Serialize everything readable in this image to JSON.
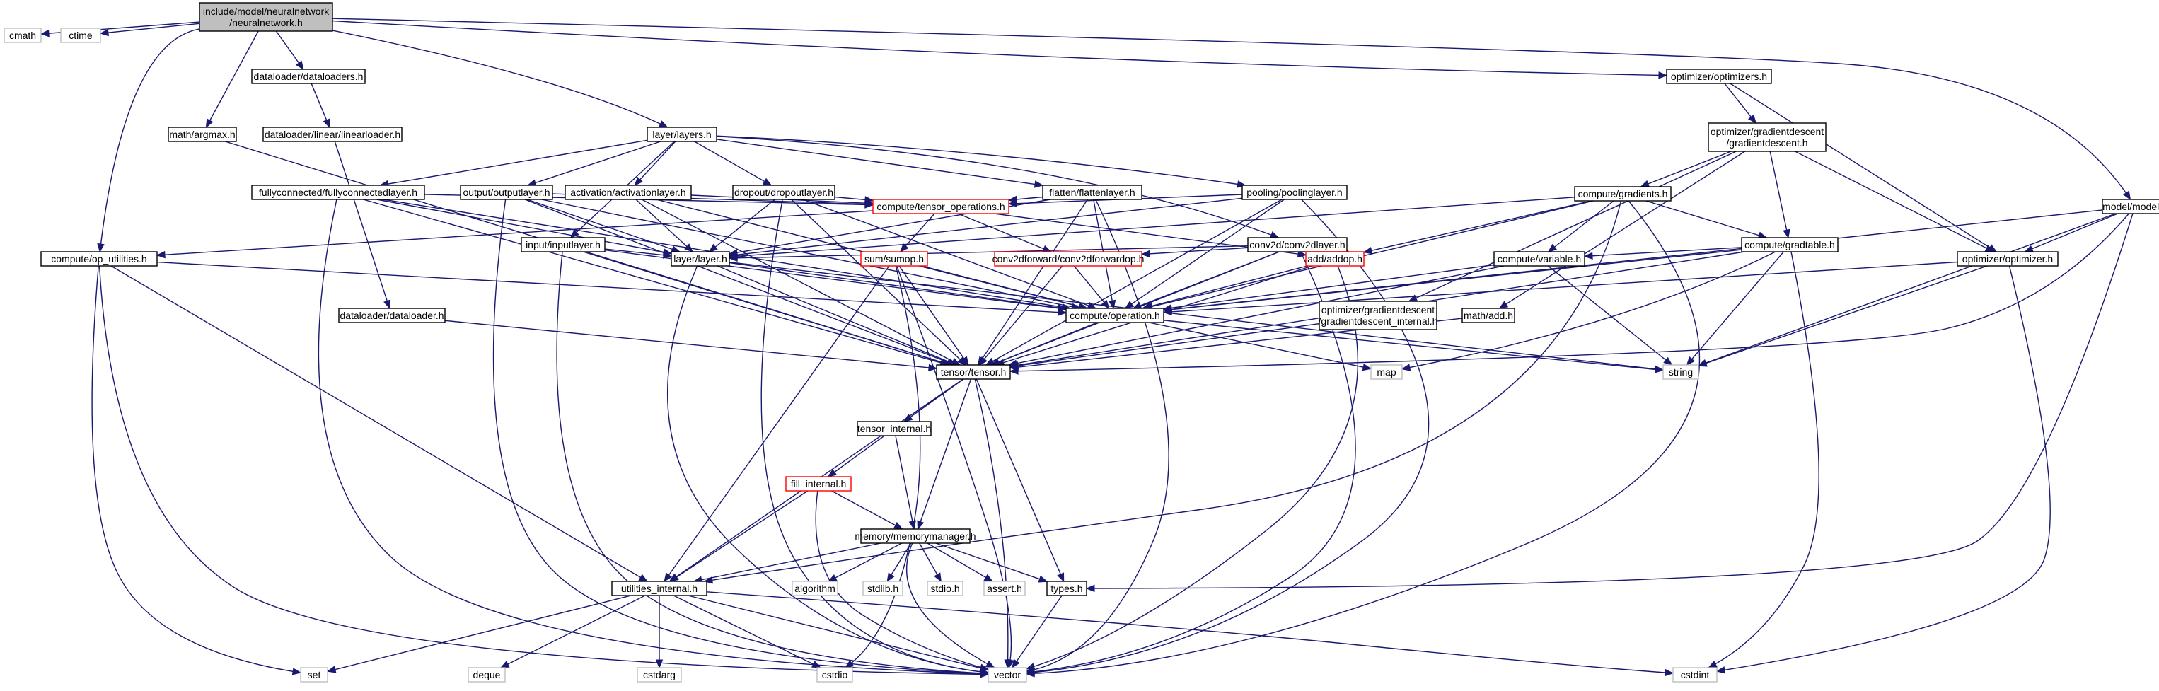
{
  "diagram": {
    "colors": {
      "edge": "#191970",
      "root_fill": "#bfbfbf",
      "node_border": "#000000",
      "external_border": "#bfbfbf",
      "truncated_border": "#ff0000"
    },
    "nodes": [
      {
        "id": "root",
        "lines": [
          "include/model/neuralnetwork",
          "/neuralnetwork.h"
        ],
        "kind": "root"
      },
      {
        "id": "cmath",
        "lines": [
          "cmath"
        ],
        "kind": "ext"
      },
      {
        "id": "ctime",
        "lines": [
          "ctime"
        ],
        "kind": "ext"
      },
      {
        "id": "dataloaders",
        "lines": [
          "dataloader/dataloaders.h"
        ],
        "kind": "file"
      },
      {
        "id": "optimizers",
        "lines": [
          "optimizer/optimizers.h"
        ],
        "kind": "file"
      },
      {
        "id": "model",
        "lines": [
          "model/model.h"
        ],
        "kind": "file"
      },
      {
        "id": "argmax",
        "lines": [
          "math/argmax.h"
        ],
        "kind": "file"
      },
      {
        "id": "linearloader",
        "lines": [
          "dataloader/linear/linearloader.h"
        ],
        "kind": "file"
      },
      {
        "id": "layers",
        "lines": [
          "layer/layers.h"
        ],
        "kind": "file"
      },
      {
        "id": "gradientdescent",
        "lines": [
          "optimizer/gradientdescent",
          "/gradientdescent.h"
        ],
        "kind": "file"
      },
      {
        "id": "fclayer",
        "lines": [
          "fullyconnected/fullyconnectedlayer.h"
        ],
        "kind": "file"
      },
      {
        "id": "outputlayer",
        "lines": [
          "output/outputlayer.h"
        ],
        "kind": "file"
      },
      {
        "id": "activationlayer",
        "lines": [
          "activation/activationlayer.h"
        ],
        "kind": "file"
      },
      {
        "id": "dropoutlayer",
        "lines": [
          "dropout/dropoutlayer.h"
        ],
        "kind": "file"
      },
      {
        "id": "flattenlayer",
        "lines": [
          "flatten/flattenlayer.h"
        ],
        "kind": "file"
      },
      {
        "id": "poolinglayer",
        "lines": [
          "pooling/poolinglayer.h"
        ],
        "kind": "file"
      },
      {
        "id": "gradients",
        "lines": [
          "compute/gradients.h"
        ],
        "kind": "file"
      },
      {
        "id": "tensorops",
        "lines": [
          "compute/tensor_operations.h"
        ],
        "kind": "trunc"
      },
      {
        "id": "inputlayer",
        "lines": [
          "input/inputlayer.h"
        ],
        "kind": "file"
      },
      {
        "id": "conv2dlayer",
        "lines": [
          "conv2d/conv2dlayer.h"
        ],
        "kind": "file"
      },
      {
        "id": "gradtable",
        "lines": [
          "compute/gradtable.h"
        ],
        "kind": "file"
      },
      {
        "id": "oputilities",
        "lines": [
          "compute/op_utilities.h"
        ],
        "kind": "file"
      },
      {
        "id": "layer",
        "lines": [
          "layer/layer.h"
        ],
        "kind": "file"
      },
      {
        "id": "sumop",
        "lines": [
          "sum/sumop.h"
        ],
        "kind": "trunc"
      },
      {
        "id": "conv2dforwardop",
        "lines": [
          "conv2dforward/conv2dforwardop.h"
        ],
        "kind": "trunc"
      },
      {
        "id": "addop",
        "lines": [
          "add/addop.h"
        ],
        "kind": "trunc"
      },
      {
        "id": "variable",
        "lines": [
          "compute/variable.h"
        ],
        "kind": "file"
      },
      {
        "id": "optimizer",
        "lines": [
          "optimizer/optimizer.h"
        ],
        "kind": "file"
      },
      {
        "id": "dataloader",
        "lines": [
          "dataloader/dataloader.h"
        ],
        "kind": "file"
      },
      {
        "id": "operation",
        "lines": [
          "compute/operation.h"
        ],
        "kind": "file"
      },
      {
        "id": "gdinternal",
        "lines": [
          "optimizer/gradientdescent",
          "/gradientdescent_internal.h"
        ],
        "kind": "file"
      },
      {
        "id": "mathadd",
        "lines": [
          "math/add.h"
        ],
        "kind": "file"
      },
      {
        "id": "tensor",
        "lines": [
          "tensor/tensor.h"
        ],
        "kind": "file"
      },
      {
        "id": "map",
        "lines": [
          "map"
        ],
        "kind": "ext"
      },
      {
        "id": "string",
        "lines": [
          "string"
        ],
        "kind": "ext"
      },
      {
        "id": "tensorinternal",
        "lines": [
          "tensor_internal.h"
        ],
        "kind": "file"
      },
      {
        "id": "fillinternal",
        "lines": [
          "fill_internal.h"
        ],
        "kind": "trunc"
      },
      {
        "id": "memorymanager",
        "lines": [
          "memory/memorymanager.h"
        ],
        "kind": "file"
      },
      {
        "id": "utilinternal",
        "lines": [
          "utilities_internal.h"
        ],
        "kind": "file"
      },
      {
        "id": "algorithm",
        "lines": [
          "algorithm"
        ],
        "kind": "ext"
      },
      {
        "id": "stdlib",
        "lines": [
          "stdlib.h"
        ],
        "kind": "ext"
      },
      {
        "id": "stdio",
        "lines": [
          "stdio.h"
        ],
        "kind": "ext"
      },
      {
        "id": "assert",
        "lines": [
          "assert.h"
        ],
        "kind": "ext"
      },
      {
        "id": "types",
        "lines": [
          "types.h"
        ],
        "kind": "file"
      },
      {
        "id": "set",
        "lines": [
          "set"
        ],
        "kind": "ext"
      },
      {
        "id": "deque",
        "lines": [
          "deque"
        ],
        "kind": "ext"
      },
      {
        "id": "cstdarg",
        "lines": [
          "cstdarg"
        ],
        "kind": "ext"
      },
      {
        "id": "cstdio",
        "lines": [
          "cstdio"
        ],
        "kind": "ext"
      },
      {
        "id": "vector",
        "lines": [
          "vector"
        ],
        "kind": "ext"
      },
      {
        "id": "cstdint",
        "lines": [
          "cstdint"
        ],
        "kind": "ext"
      }
    ],
    "edges": [
      [
        "root",
        "cmath"
      ],
      [
        "root",
        "ctime"
      ],
      [
        "root",
        "dataloaders"
      ],
      [
        "root",
        "optimizers"
      ],
      [
        "root",
        "model"
      ],
      [
        "root",
        "argmax"
      ],
      [
        "root",
        "layers"
      ],
      [
        "root",
        "oputilities"
      ],
      [
        "dataloaders",
        "linearloader"
      ],
      [
        "linearloader",
        "dataloader"
      ],
      [
        "optimizers",
        "gradientdescent"
      ],
      [
        "optimizers",
        "optimizer"
      ],
      [
        "model",
        "optimizer"
      ],
      [
        "model",
        "operation"
      ],
      [
        "model",
        "string"
      ],
      [
        "model",
        "types"
      ],
      [
        "model",
        "tensor"
      ],
      [
        "argmax",
        "tensor"
      ],
      [
        "layers",
        "fclayer"
      ],
      [
        "layers",
        "outputlayer"
      ],
      [
        "layers",
        "activationlayer"
      ],
      [
        "layers",
        "dropoutlayer"
      ],
      [
        "layers",
        "flattenlayer"
      ],
      [
        "layers",
        "poolinglayer"
      ],
      [
        "layers",
        "inputlayer"
      ],
      [
        "layers",
        "conv2dlayer"
      ],
      [
        "gradientdescent",
        "gradients"
      ],
      [
        "gradientdescent",
        "gradtable"
      ],
      [
        "gradientdescent",
        "optimizer"
      ],
      [
        "gradientdescent",
        "gdinternal"
      ],
      [
        "gradientdescent",
        "mathadd"
      ],
      [
        "fclayer",
        "layer"
      ],
      [
        "fclayer",
        "tensorops"
      ],
      [
        "fclayer",
        "operation"
      ],
      [
        "fclayer",
        "tensor"
      ],
      [
        "fclayer",
        "vector"
      ],
      [
        "outputlayer",
        "layer"
      ],
      [
        "outputlayer",
        "tensorops"
      ],
      [
        "outputlayer",
        "operation"
      ],
      [
        "outputlayer",
        "tensor"
      ],
      [
        "outputlayer",
        "vector"
      ],
      [
        "activationlayer",
        "layer"
      ],
      [
        "activationlayer",
        "tensorops"
      ],
      [
        "activationlayer",
        "operation"
      ],
      [
        "activationlayer",
        "tensor"
      ],
      [
        "dropoutlayer",
        "layer"
      ],
      [
        "dropoutlayer",
        "tensorops"
      ],
      [
        "dropoutlayer",
        "operation"
      ],
      [
        "dropoutlayer",
        "tensor"
      ],
      [
        "dropoutlayer",
        "vector"
      ],
      [
        "flattenlayer",
        "layer"
      ],
      [
        "flattenlayer",
        "tensorops"
      ],
      [
        "flattenlayer",
        "operation"
      ],
      [
        "flattenlayer",
        "tensor"
      ],
      [
        "flattenlayer",
        "vector"
      ],
      [
        "poolinglayer",
        "layer"
      ],
      [
        "poolinglayer",
        "tensorops"
      ],
      [
        "poolinglayer",
        "operation"
      ],
      [
        "poolinglayer",
        "tensor"
      ],
      [
        "poolinglayer",
        "vector"
      ],
      [
        "inputlayer",
        "layer"
      ],
      [
        "inputlayer",
        "operation"
      ],
      [
        "inputlayer",
        "tensor"
      ],
      [
        "inputlayer",
        "vector"
      ],
      [
        "conv2dlayer",
        "layer"
      ],
      [
        "conv2dlayer",
        "conv2dforwardop"
      ],
      [
        "conv2dlayer",
        "operation"
      ],
      [
        "conv2dlayer",
        "tensor"
      ],
      [
        "conv2dlayer",
        "vector"
      ],
      [
        "gradients",
        "gradtable"
      ],
      [
        "gradients",
        "variable"
      ],
      [
        "gradients",
        "addop"
      ],
      [
        "gradients",
        "layer"
      ],
      [
        "gradients",
        "operation"
      ],
      [
        "gradients",
        "utilinternal"
      ],
      [
        "gradients",
        "vector"
      ],
      [
        "gradtable",
        "variable"
      ],
      [
        "gradtable",
        "operation"
      ],
      [
        "gradtable",
        "tensor"
      ],
      [
        "gradtable",
        "string"
      ],
      [
        "gradtable",
        "map"
      ],
      [
        "gradtable",
        "cstdint"
      ],
      [
        "tensorops",
        "oputilities"
      ],
      [
        "tensorops",
        "sumop"
      ],
      [
        "tensorops",
        "conv2dforwardop"
      ],
      [
        "tensorops",
        "addop"
      ],
      [
        "oputilities",
        "operation"
      ],
      [
        "oputilities",
        "utilinternal"
      ],
      [
        "oputilities",
        "set"
      ],
      [
        "oputilities",
        "vector"
      ],
      [
        "layer",
        "operation"
      ],
      [
        "layer",
        "tensor"
      ],
      [
        "layer",
        "string"
      ],
      [
        "layer",
        "vector"
      ],
      [
        "sumop",
        "operation"
      ],
      [
        "sumop",
        "tensor"
      ],
      [
        "sumop",
        "utilinternal"
      ],
      [
        "sumop",
        "cstdio"
      ],
      [
        "sumop",
        "vector"
      ],
      [
        "conv2dforwardop",
        "operation"
      ],
      [
        "conv2dforwardop",
        "tensor"
      ],
      [
        "addop",
        "operation"
      ],
      [
        "addop",
        "tensor"
      ],
      [
        "addop",
        "vector"
      ],
      [
        "variable",
        "operation"
      ],
      [
        "variable",
        "tensor"
      ],
      [
        "variable",
        "string"
      ],
      [
        "optimizer",
        "operation"
      ],
      [
        "optimizer",
        "string"
      ],
      [
        "optimizer",
        "cstdint"
      ],
      [
        "dataloader",
        "tensor"
      ],
      [
        "operation",
        "tensor"
      ],
      [
        "operation",
        "map"
      ],
      [
        "operation",
        "string"
      ],
      [
        "gdinternal",
        "tensor"
      ],
      [
        "mathadd",
        "tensor"
      ],
      [
        "tensor",
        "tensorinternal"
      ],
      [
        "tensor",
        "memorymanager"
      ],
      [
        "tensor",
        "utilinternal"
      ],
      [
        "tensor",
        "types"
      ],
      [
        "tensor",
        "vector"
      ],
      [
        "tensorinternal",
        "fillinternal"
      ],
      [
        "tensorinternal",
        "memorymanager"
      ],
      [
        "fillinternal",
        "memorymanager"
      ],
      [
        "fillinternal",
        "utilinternal"
      ],
      [
        "fillinternal",
        "vector"
      ],
      [
        "memorymanager",
        "utilinternal"
      ],
      [
        "memorymanager",
        "algorithm"
      ],
      [
        "memorymanager",
        "stdlib"
      ],
      [
        "memorymanager",
        "stdio"
      ],
      [
        "memorymanager",
        "assert"
      ],
      [
        "memorymanager",
        "types"
      ],
      [
        "memorymanager",
        "vector"
      ],
      [
        "utilinternal",
        "set"
      ],
      [
        "utilinternal",
        "deque"
      ],
      [
        "utilinternal",
        "cstdarg"
      ],
      [
        "utilinternal",
        "cstdio"
      ],
      [
        "utilinternal",
        "vector"
      ],
      [
        "utilinternal",
        "cstdint"
      ],
      [
        "types",
        "vector"
      ]
    ]
  }
}
